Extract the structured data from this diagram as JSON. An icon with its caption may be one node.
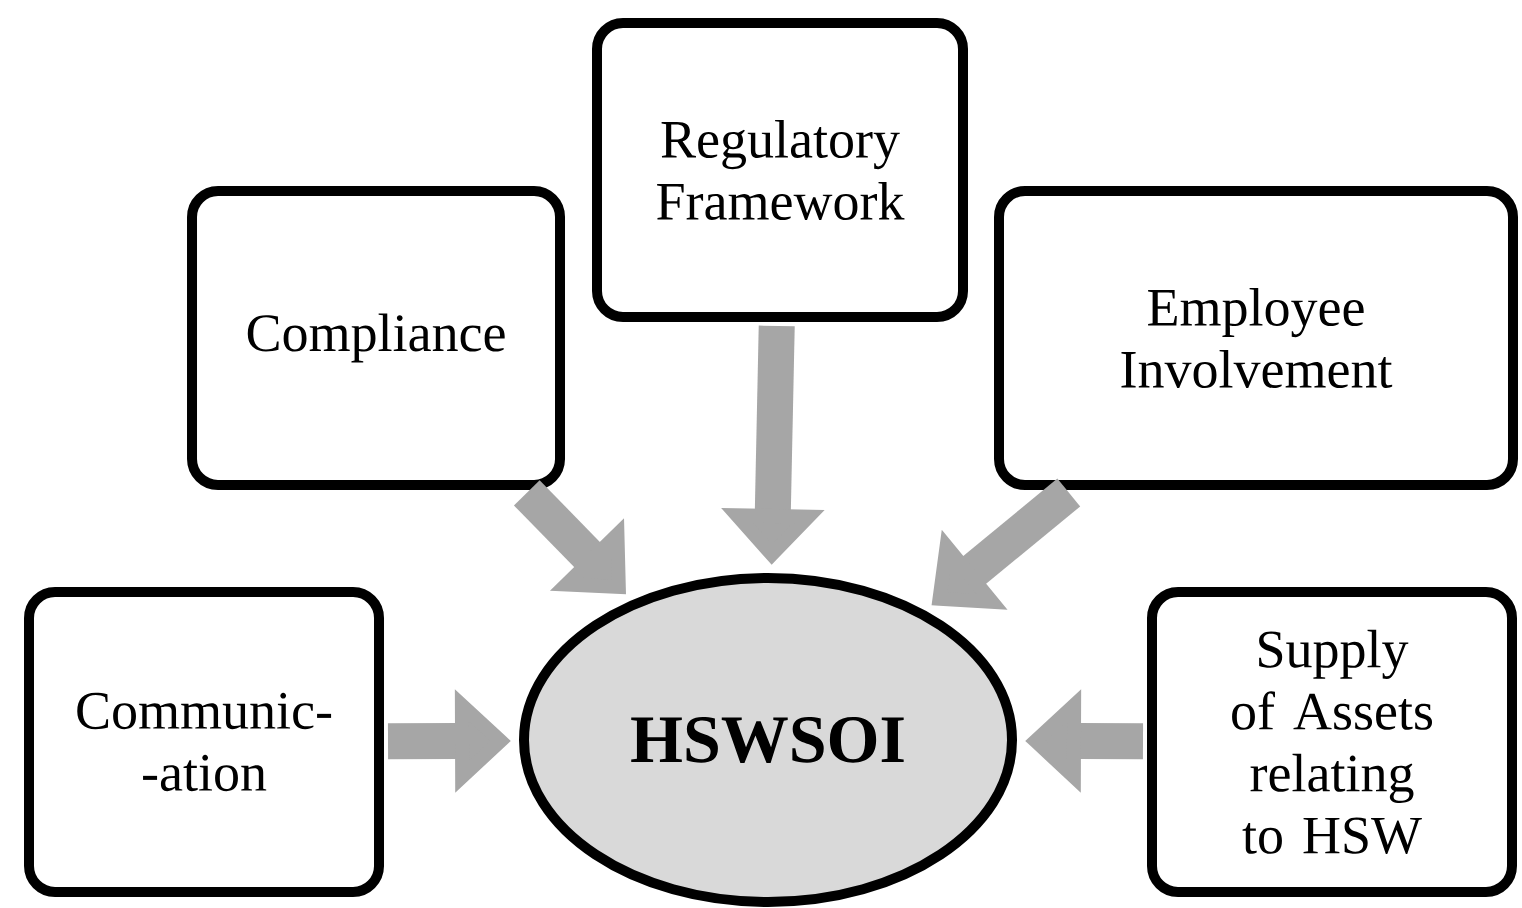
{
  "diagram": {
    "nodes": [
      {
        "text": [
          "Compliance"
        ]
      },
      {
        "text": [
          "Regulatory Framework"
        ]
      },
      {
        "text": [
          "Employee Involvement"
        ]
      },
      {
        "text": [
          "Communic- -ation"
        ]
      },
      {
        "text": [
          "HSWSOI"
        ]
      },
      {
        "text": [
          "Supply of Assets relating to HSW"
        ]
      }
    ],
    "edges": [
      {
        "from": 0,
        "to": 4,
        "arrow": "to"
      },
      {
        "from": 1,
        "to": 4,
        "arrow": "to"
      },
      {
        "from": 2,
        "to": 4,
        "arrow": "to"
      },
      {
        "from": 3,
        "to": 4,
        "arrow": "to"
      },
      {
        "from": 5,
        "to": 4,
        "arrow": "to"
      }
    ]
  }
}
